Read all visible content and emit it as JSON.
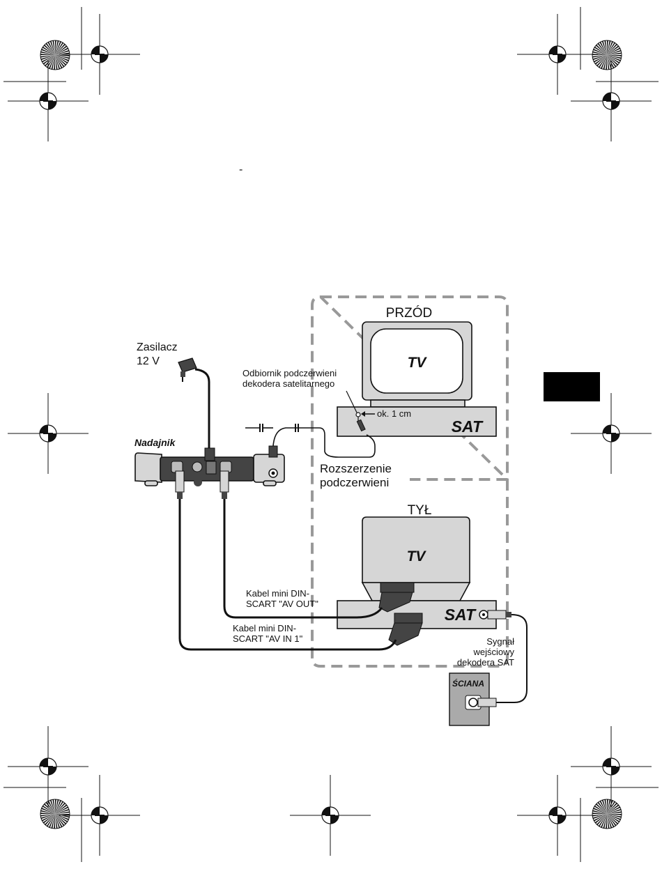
{
  "header": {
    "dash": "-"
  },
  "front_view": {
    "title": "PRZÓD",
    "tv_label": "TV",
    "sat_label": "SAT",
    "ir_receiver_label_line1": "Odbiornik podczerwieni",
    "ir_receiver_label_line2": "dekodera satelitarnego",
    "distance_label": "ok. 1 cm"
  },
  "power": {
    "label_line1": "Zasilacz",
    "label_line2": "12 V"
  },
  "transmitter": {
    "label": "Nadajnik"
  },
  "ir_extension": {
    "label_line1": "Rozszerzenie",
    "label_line2": "podczerwieni"
  },
  "rear_view": {
    "title": "TYŁ",
    "tv_label": "TV",
    "sat_label": "SAT"
  },
  "cables": {
    "av_out_line1": "Kabel mini DIN-",
    "av_out_line2": "SCART \"AV OUT\"",
    "av_in_line1": "Kabel mini DIN-",
    "av_in_line2": "SCART \"AV IN 1\""
  },
  "signal": {
    "line1": "Sygnał",
    "line2": "wejściowy",
    "line3": "dekodera SAT"
  },
  "wall": {
    "label": "ŚCIANA"
  },
  "colors": {
    "ink": "#111111",
    "device_gray": "#d6d6d6",
    "device_dark": "#444444",
    "dashed_border": "#999999",
    "tab_black": "#000000"
  }
}
